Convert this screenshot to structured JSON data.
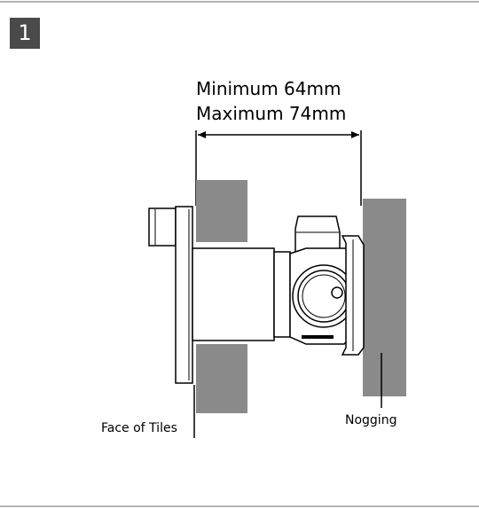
{
  "step": {
    "number": "1"
  },
  "dimension": {
    "minimum": "Minimum 64mm",
    "maximum": "Maximum 74mm"
  },
  "labels": {
    "face_of_tiles": "Face of Tiles",
    "nogging": "Nogging"
  },
  "colors": {
    "wall": "#8a8a8a",
    "badge": "#4a4a4a",
    "line": "#000000",
    "rule": "#b4b4b4"
  }
}
